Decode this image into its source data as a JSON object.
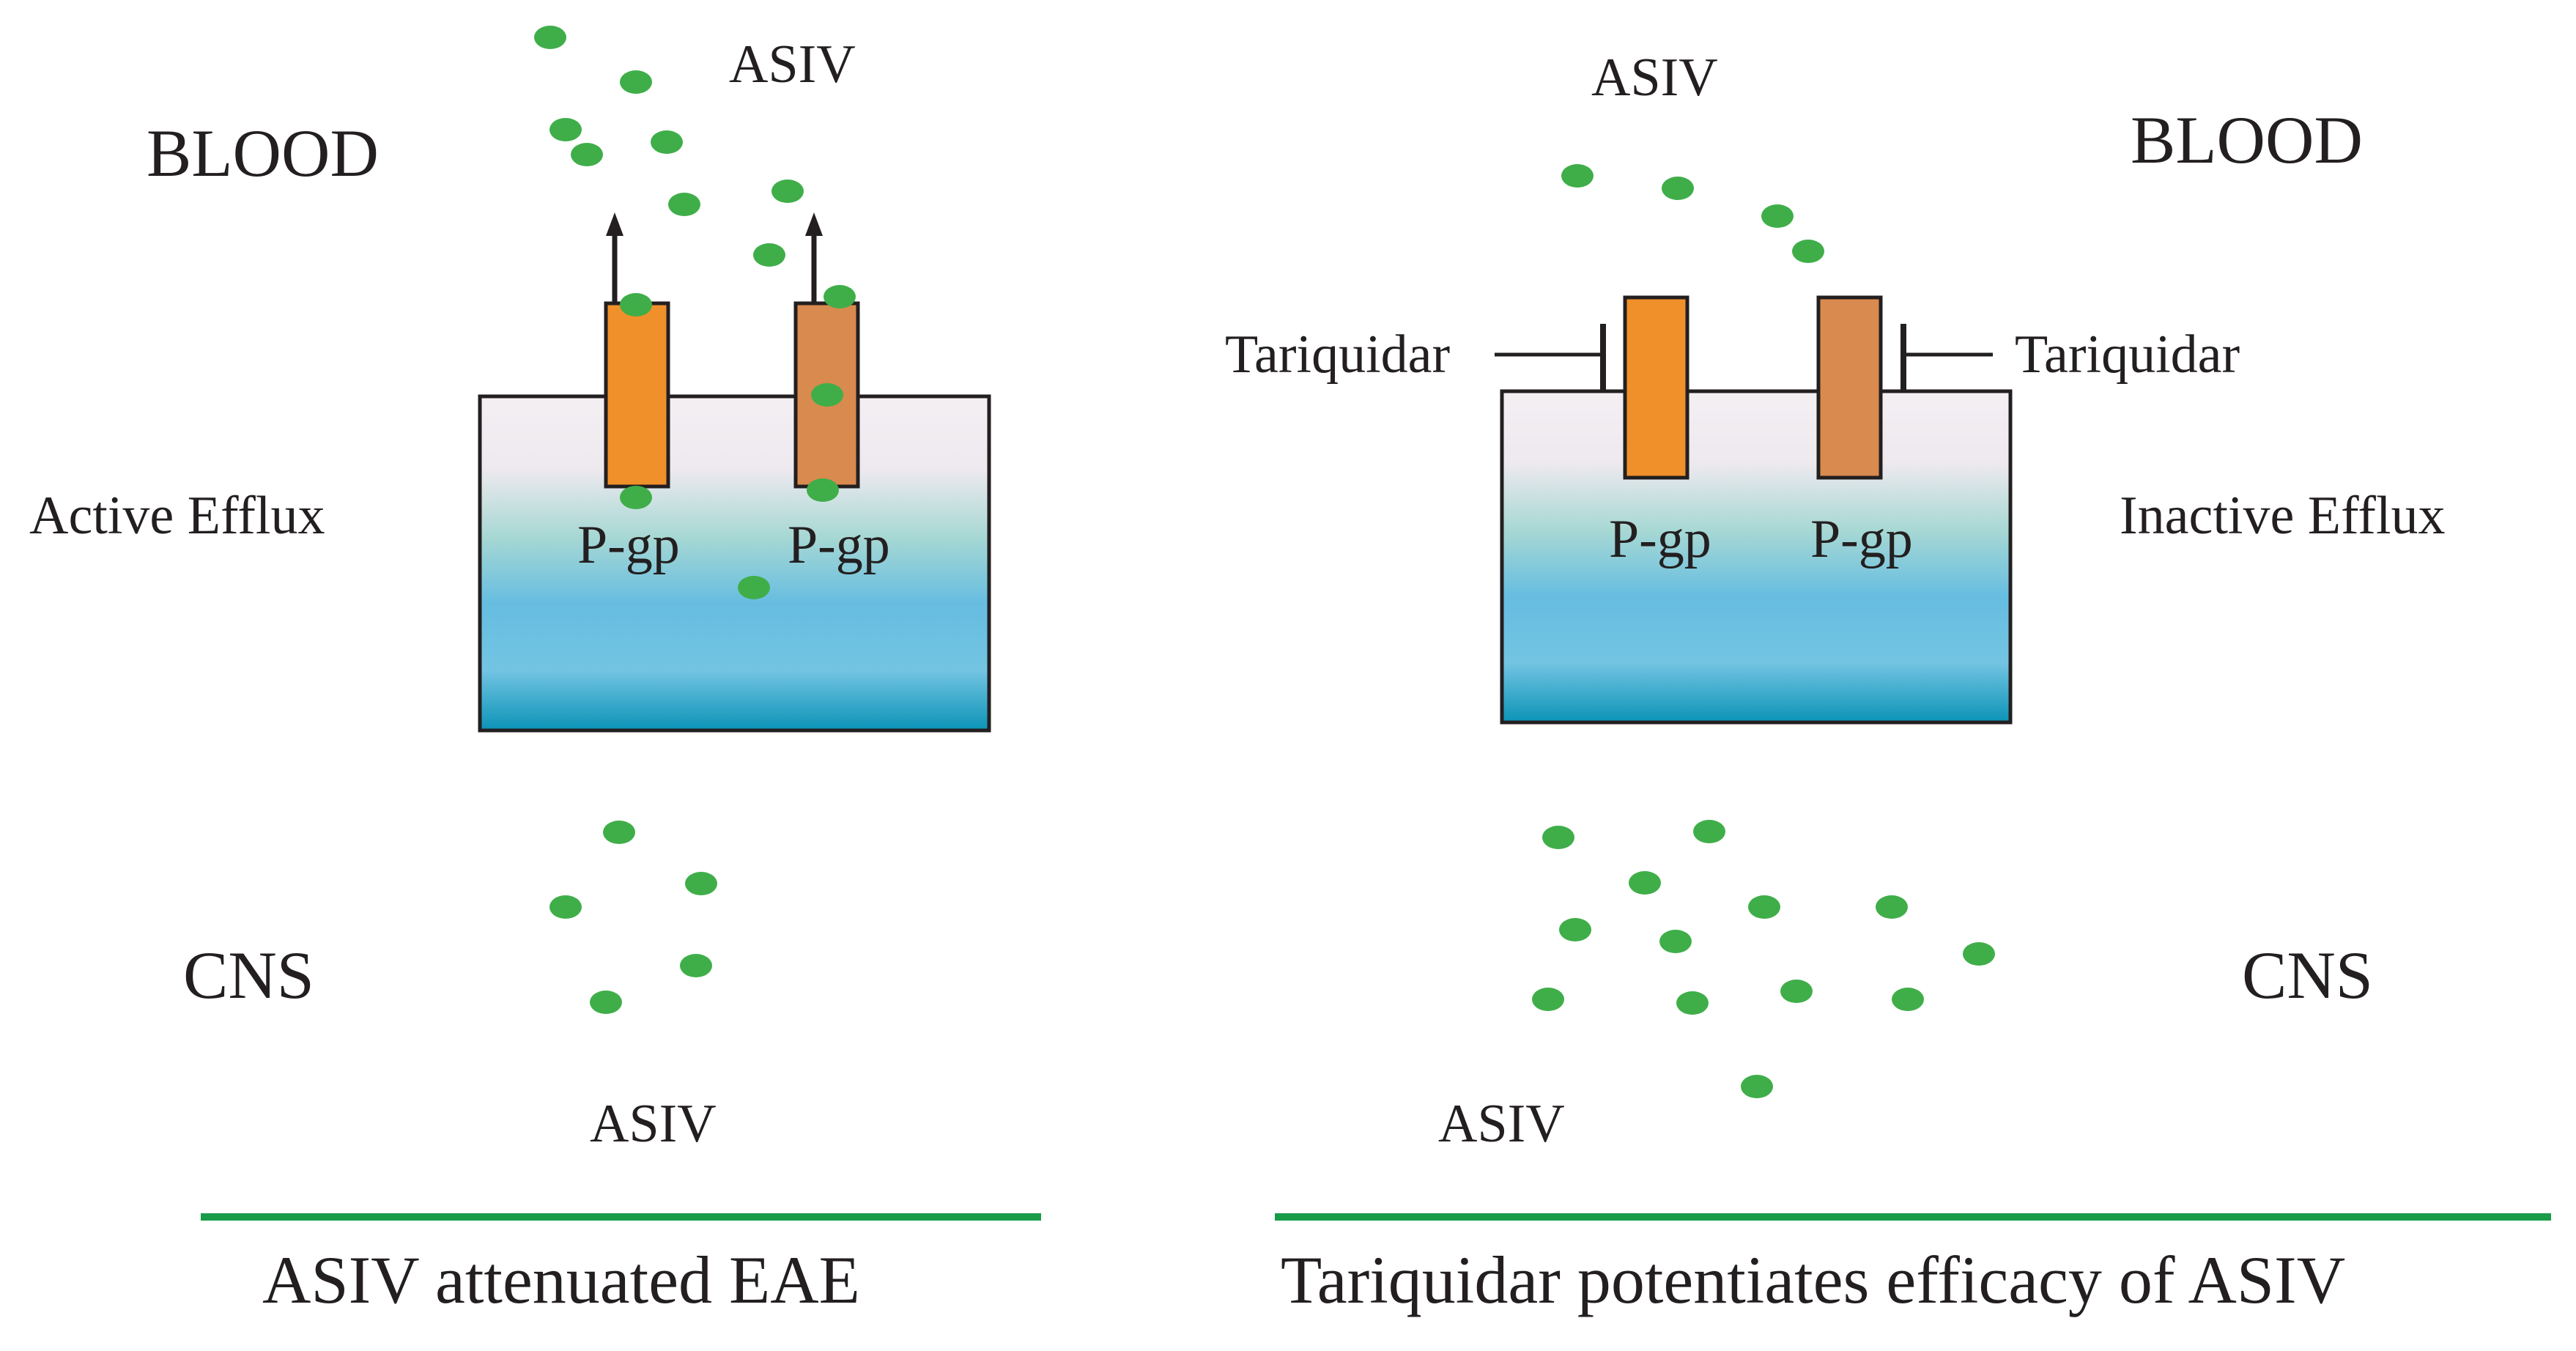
{
  "left_panel": {
    "region_top": "BLOOD",
    "region_bottom": "CNS",
    "drug_top": "ASIV",
    "drug_bottom": "ASIV",
    "efflux_label": "Active Efflux",
    "transporter_1": "P-gp",
    "transporter_2": "P-gp",
    "caption": "ASIV attenuated EAE"
  },
  "right_panel": {
    "region_top": "BLOOD",
    "region_bottom": "CNS",
    "drug_top": "ASIV",
    "drug_bottom": "ASIV",
    "efflux_label": "Inactive Efflux",
    "transporter_1": "P-gp",
    "transporter_2": "P-gp",
    "inhibitor_left": "Tariquidar",
    "inhibitor_right": "Tariquidar",
    "caption": "Tariquidar potentiates efficacy  of ASIV"
  },
  "colors": {
    "molecule": "#3fae49",
    "pgp_1": "#f0902a",
    "pgp_2": "#d98a4e",
    "divider": "#1a9b4a",
    "membrane_top": "#f3eff3",
    "membrane_bottom": "#0b93b7"
  }
}
